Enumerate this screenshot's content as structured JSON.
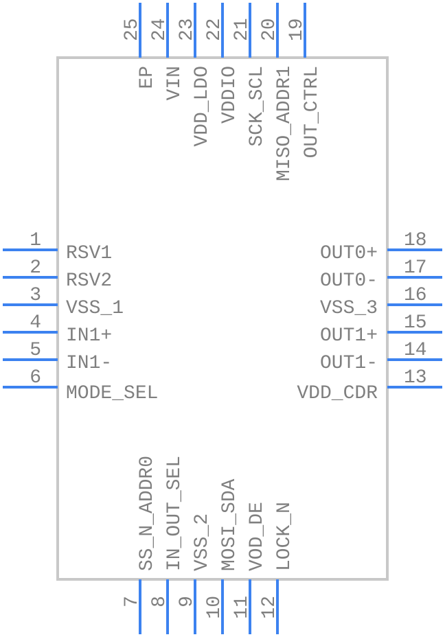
{
  "colors": {
    "pin": "#3c82f0",
    "body_outline": "#c8c8c8",
    "text": "#7f7f7f"
  },
  "pins": {
    "left": [
      {
        "number": "1",
        "name": "RSV1"
      },
      {
        "number": "2",
        "name": "RSV2"
      },
      {
        "number": "3",
        "name": "VSS_1"
      },
      {
        "number": "4",
        "name": "IN1+"
      },
      {
        "number": "5",
        "name": "IN1-"
      },
      {
        "number": "6",
        "name": "MODE_SEL"
      }
    ],
    "bottom": [
      {
        "number": "7",
        "name": "SS_N_ADDR0"
      },
      {
        "number": "8",
        "name": "IN_OUT_SEL"
      },
      {
        "number": "9",
        "name": "VSS_2"
      },
      {
        "number": "10",
        "name": "MOSI_SDA"
      },
      {
        "number": "11",
        "name": "VOD_DE"
      },
      {
        "number": "12",
        "name": "LOCK_N"
      }
    ],
    "right": [
      {
        "number": "13",
        "name": "VDD_CDR"
      },
      {
        "number": "14",
        "name": "OUT1-"
      },
      {
        "number": "15",
        "name": "OUT1+"
      },
      {
        "number": "16",
        "name": "VSS_3"
      },
      {
        "number": "17",
        "name": "OUT0-"
      },
      {
        "number": "18",
        "name": "OUT0+"
      }
    ],
    "top": [
      {
        "number": "19",
        "name": "OUT_CTRL"
      },
      {
        "number": "20",
        "name": "MISO_ADDR1"
      },
      {
        "number": "21",
        "name": "SCK_SCL"
      },
      {
        "number": "22",
        "name": "VDDIO"
      },
      {
        "number": "23",
        "name": "VDD_LDO"
      },
      {
        "number": "24",
        "name": "VIN"
      },
      {
        "number": "25",
        "name": "EP"
      }
    ]
  }
}
